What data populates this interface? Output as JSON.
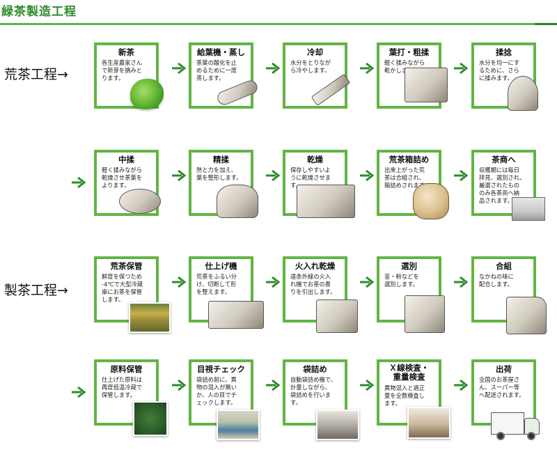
{
  "title": "緑茶製造工程",
  "stages": {
    "aracha": "荒茶工程→",
    "seicha": "製茶工程→"
  },
  "colors": {
    "accent": "#62b543",
    "arrow": "#2e8b2e"
  },
  "steps": [
    {
      "title": "新茶",
      "desc": "各生産農家さん\nで新芽を摘みと\nります。",
      "icon": "tea-leaves"
    },
    {
      "title": "給葉機・蒸し",
      "desc": "茶葉の酸化を止\nめるために一度\n蒸します。",
      "icon": "steamer-machine"
    },
    {
      "title": "冷却",
      "desc": "水分をとりなが\nら冷やします。",
      "icon": "cooling-conveyor"
    },
    {
      "title": "葉打・粗揉",
      "desc": "軽く揉みながら\n乾かします。",
      "icon": "rolling-machine"
    },
    {
      "title": "揉捻",
      "desc": "水分を均一にす\nるために、さら\nに揉みます。",
      "icon": "kneading-machine"
    },
    {
      "title": "中揉",
      "desc": "軽く揉みながら\n乾燥させ茶葉を\nよります。",
      "icon": "drum-dryer"
    },
    {
      "title": "精揉",
      "desc": "熱と力を加え、\n葉を整形します。",
      "icon": "shaping-machine"
    },
    {
      "title": "乾燥",
      "desc": "保存しやすいよ\nうに乾燥させま\nす。",
      "icon": "dryer-machine"
    },
    {
      "title": "荒茶箱詰め",
      "desc": "出来上がった荒\n茶は合組され、\n箱詰めされます。",
      "icon": "tea-bag"
    },
    {
      "title": "茶商へ",
      "desc": "収穫期には毎日\n拝見、選別され、\n厳選されたもの\nのみ各茶商へ納\n品されます。",
      "icon": "building"
    },
    {
      "title": "荒茶保管",
      "desc": "鮮度を保つため\n-4℃で大型冷蔵\n庫にお茶を保管\nします。",
      "icon": "warehouse-photo"
    },
    {
      "title": "仕上げ機",
      "desc": "荒茶をふるい分\nけ、切断して形\nを整えます。",
      "icon": "sieve-machine"
    },
    {
      "title": "火入れ乾燥",
      "desc": "遠赤外線の火入\nれ機でお茶の香\nりを引出します。",
      "icon": "roasting-machine"
    },
    {
      "title": "選別",
      "desc": "茎・粉などを\n選別します。",
      "icon": "sorting-machine"
    },
    {
      "title": "合組",
      "desc": "なかねの味に\n配合します。",
      "icon": "blending-machine"
    },
    {
      "title": "原料保管",
      "desc": "仕上げた原料は\n再度低温冷蔵で\n保管します。",
      "icon": "tea-powder-photo"
    },
    {
      "title": "目視チェック",
      "desc": "袋詰め前に、異\n物の混入が無い\nか、人の目でチ\nェックします。",
      "icon": "worker-photo"
    },
    {
      "title": "袋詰め",
      "desc": "自動袋詰め機で、\n計量しながら、\n袋詰めを行いま\nす。",
      "icon": "packing-photo"
    },
    {
      "title": "Ｘ線検査・\n重量検査",
      "desc": "異物混入と適正\n量を全数検査し\nます。",
      "icon": "xray-photo"
    },
    {
      "title": "出荷",
      "desc": "全国のお茶屋さ\nん、スーパー等\nへ配送されます。",
      "icon": "truck"
    }
  ]
}
